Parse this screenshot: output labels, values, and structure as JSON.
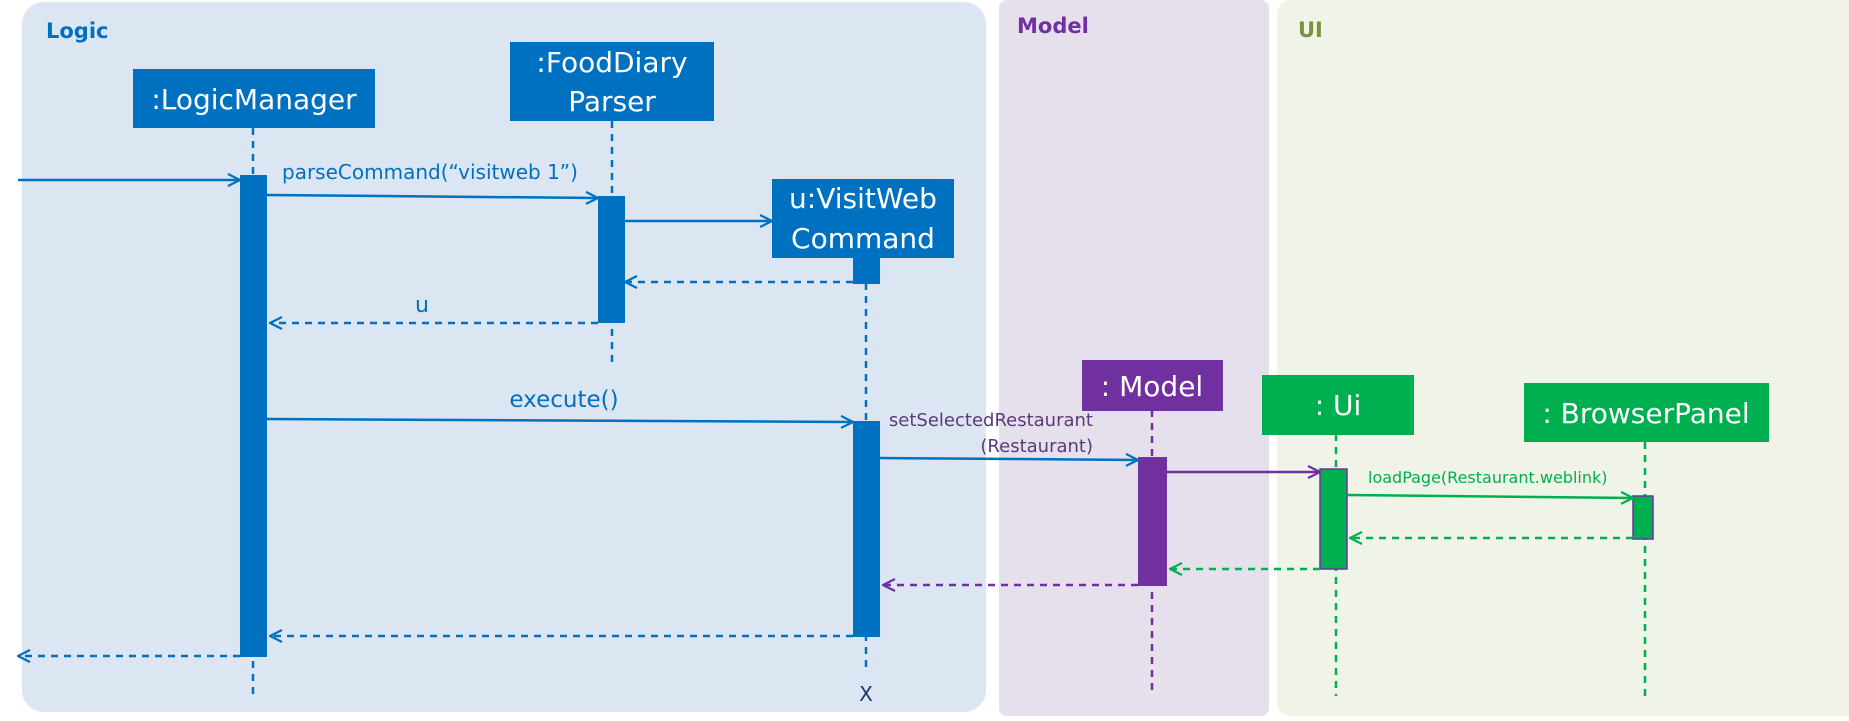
{
  "colors": {
    "logic": "#0070c0",
    "logic_bg": "#dce6f2",
    "model": "#7030a0",
    "model_bg": "#e6e0ec",
    "ui": "#00b050",
    "ui_bg": "#eff3e8",
    "ui_label": "#77933c",
    "text_dark": "#1f3864",
    "model_text": "#5a3a7a"
  },
  "frames": {
    "logic": "Logic",
    "model": "Model",
    "ui": "UI"
  },
  "participants": {
    "logic_manager": ":LogicManager",
    "parser_line1": ":FoodDiary",
    "parser_line2": "Parser",
    "command_line1": "u:VisitWeb",
    "command_line2": "Command",
    "model": ": Model",
    "ui": ": Ui",
    "browser_panel": ": BrowserPanel"
  },
  "messages": {
    "parse_command": "parseCommand(“visitweb 1”)",
    "return_u": "u",
    "execute": "execute()",
    "set_selected_line1": "setSelectedRestaurant",
    "set_selected_line2": "(Restaurant)",
    "load_page": "loadPage(Restaurant.weblink)",
    "destroy_mark": "X"
  }
}
